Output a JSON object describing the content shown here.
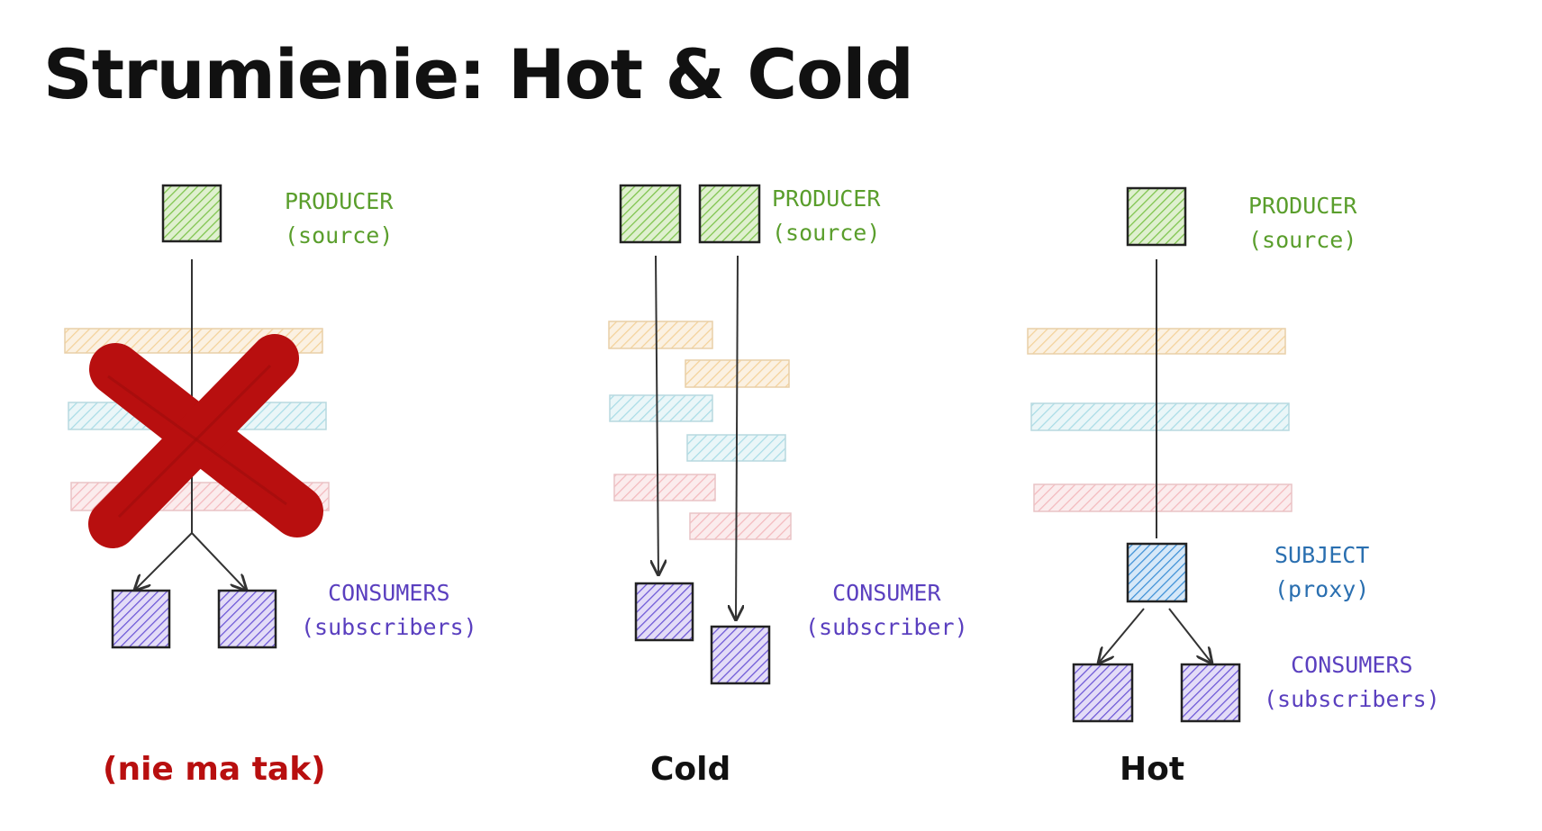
{
  "title": "Strumienie: Hot & Cold",
  "colors": {
    "producer": "#7cc34a",
    "consumer": "#6b55d6",
    "subject": "#3b8fd6",
    "band_orange": "#f4d29a",
    "band_blue": "#a9dce6",
    "band_pink": "#f3b9bd",
    "cross": "#b80f0f",
    "caption_wrong": "#b80f0f"
  },
  "panels": {
    "wrong": {
      "producer_label": [
        "PRODUCER",
        "(source)"
      ],
      "consumers_label": [
        "CONSUMERS",
        "(subscribers)"
      ],
      "caption": "(nie ma tak)"
    },
    "cold": {
      "producer_label": [
        "PRODUCER",
        "(source)"
      ],
      "consumer_label": [
        "CONSUMER",
        "(subscriber)"
      ],
      "caption": "Cold"
    },
    "hot": {
      "producer_label": [
        "PRODUCER",
        "(source)"
      ],
      "subject_label": [
        "SUBJECT",
        "(proxy)"
      ],
      "consumers_label": [
        "CONSUMERS",
        "(subscribers)"
      ],
      "caption": "Hot"
    }
  }
}
